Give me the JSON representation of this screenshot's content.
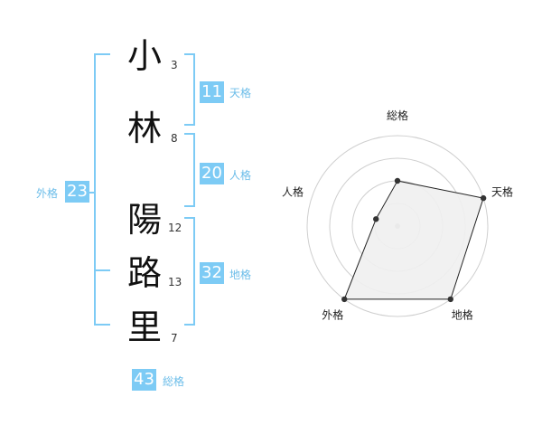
{
  "name": {
    "characters": [
      {
        "char": "小",
        "strokes": "3"
      },
      {
        "char": "林",
        "strokes": "8"
      },
      {
        "char": "陽",
        "strokes": "12"
      },
      {
        "char": "路",
        "strokes": "13"
      },
      {
        "char": "里",
        "strokes": "7"
      }
    ]
  },
  "fortunes": {
    "tenkaku": {
      "value": "11",
      "label": "天格"
    },
    "jinkaku": {
      "value": "20",
      "label": "人格"
    },
    "chikaku": {
      "value": "32",
      "label": "地格"
    },
    "gaikaku": {
      "value": "23",
      "label": "外格"
    },
    "soukaku": {
      "value": "43",
      "label": "総格"
    }
  },
  "colors": {
    "accent": "#7dcbf5",
    "label_text": "#6cbde9",
    "radar_fill": "#efefef",
    "radar_line": "#222222",
    "ring": "#cfcfcf"
  },
  "chart_data": {
    "type": "radar",
    "axes": [
      "総格",
      "天格",
      "地格",
      "外格",
      "人格"
    ],
    "values": [
      2,
      4,
      4,
      4,
      1
    ],
    "rmax": 4,
    "rings": 4
  }
}
